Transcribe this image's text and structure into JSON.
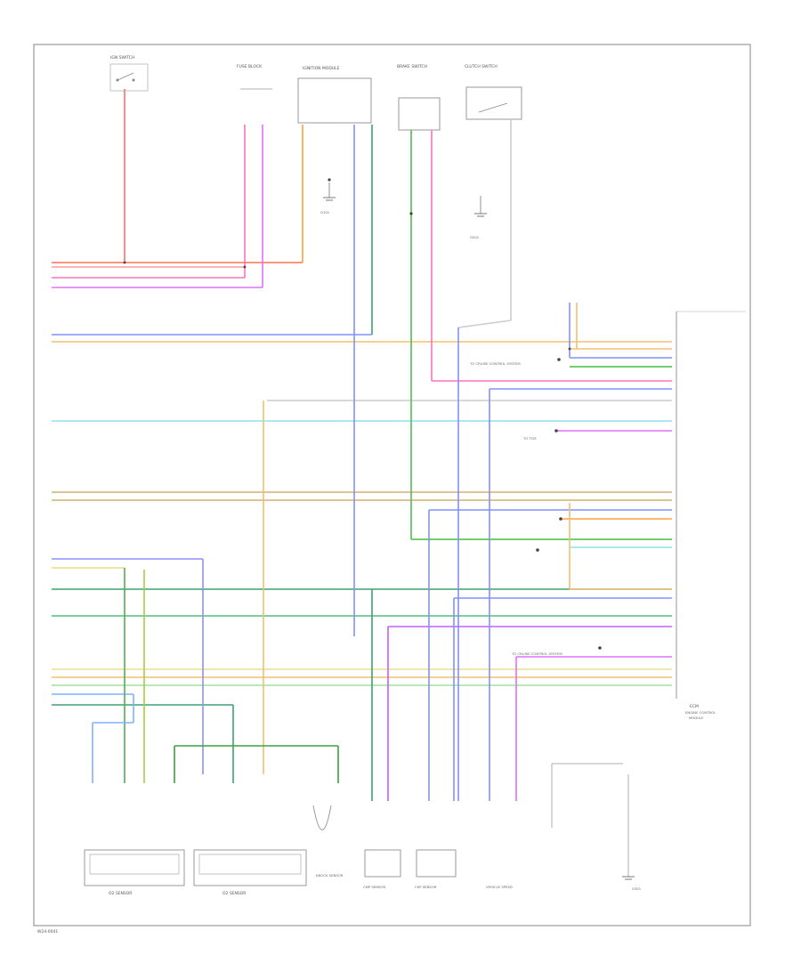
{
  "page": {
    "id_code": "W24-0041",
    "border": true
  },
  "wire_colors": {
    "red": "#ff6060",
    "orange": "#ffa040",
    "pink": "#ff70c0",
    "violet": "#e070ff",
    "tan": "#f0c070",
    "lightblue": "#80d0ff",
    "blue": "#8090ff",
    "green": "#40c040",
    "darkgreen": "#40a070",
    "yellowgreen": "#a0d040",
    "gray": "#b0b0b0",
    "brown": "#c0a060",
    "purple": "#b060ff"
  },
  "top_components": {
    "ignition_switch": "IGN SWITCH",
    "fuse_block": "FUSE BLOCK",
    "ignition_module": "IGNITION MODULE",
    "brake_switch": "BRAKE SWITCH",
    "clutch_switch": "CLUTCH SWITCH",
    "ground_1": "G101",
    "ground_2": "G201"
  },
  "ecm": {
    "title": "ECM",
    "subtitle_1": "ENGINE CONTROL",
    "subtitle_2": "MODULE"
  },
  "bottom_components": {
    "o2_left": "O2 SENSOR",
    "o2_right": "O2 SENSOR",
    "knock": "KNOCK SENSOR",
    "cmp": "CMP SENSOR",
    "ckp": "CKP SENSOR",
    "speed": "VEHICLE SPEED",
    "ground_3": "G301"
  },
  "callouts": {
    "c1": "TO CRUISE CONTROL SYSTEM",
    "c2": "TO CRUISE CONTROL SYSTEM",
    "c3": "TO TCM"
  }
}
